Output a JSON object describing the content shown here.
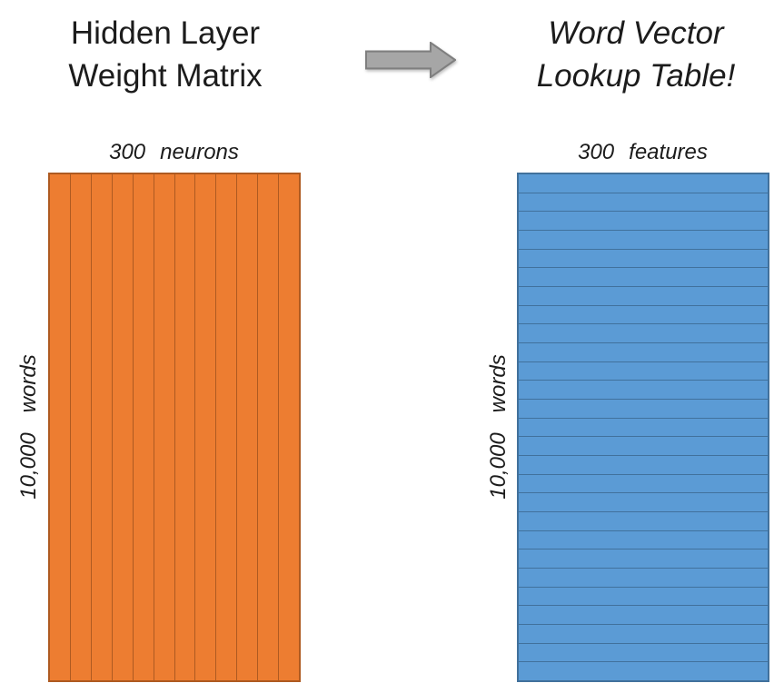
{
  "figure": {
    "left_panel": {
      "title_line1": "Hidden Layer",
      "title_line2": "Weight Matrix",
      "top_label": {
        "number": "300",
        "unit": "neurons"
      },
      "side_label": {
        "number": "10,000",
        "unit": "words"
      },
      "matrix": {
        "orientation": "vertical-stripes",
        "columns": 12,
        "fill": "#ED7D31",
        "line": "#AE5A21"
      }
    },
    "right_panel": {
      "title_line1": "Word Vector",
      "title_line2": "Lookup Table!",
      "top_label": {
        "number": "300",
        "unit": "features"
      },
      "side_label": {
        "number": "10,000",
        "unit": "words"
      },
      "matrix": {
        "orientation": "horizontal-stripes",
        "rows": 27,
        "fill": "#5B9BD5",
        "line": "#41719C"
      }
    },
    "arrow": {
      "direction": "right",
      "fill": "#A6A6A6",
      "stroke": "#7F7F7F"
    }
  }
}
